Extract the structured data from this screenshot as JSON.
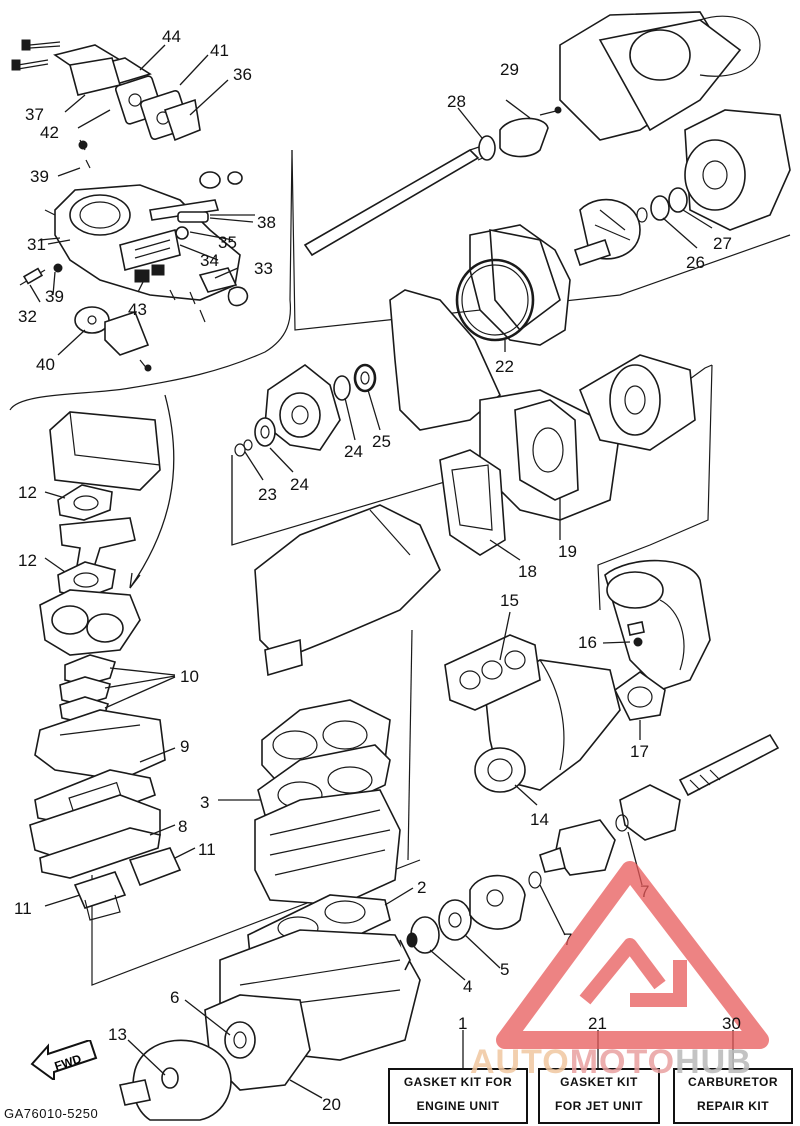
{
  "callouts": {
    "c1": "1",
    "c2": "2",
    "c3": "3",
    "c4": "4",
    "c5": "5",
    "c6": "6",
    "c7a": "7",
    "c7b": "7",
    "c8": "8",
    "c9": "9",
    "c10": "10",
    "c11a": "11",
    "c11b": "11",
    "c12a": "12",
    "c12b": "12",
    "c13": "13",
    "c14": "14",
    "c15": "15",
    "c16": "16",
    "c17": "17",
    "c18": "18",
    "c19": "19",
    "c20": "20",
    "c21": "21",
    "c22": "22",
    "c23": "23",
    "c24a": "24",
    "c24b": "24",
    "c25": "25",
    "c26": "26",
    "c27": "27",
    "c28": "28",
    "c29": "29",
    "c30": "30",
    "c31": "31",
    "c32": "32",
    "c33": "33",
    "c34": "34",
    "c35": "35",
    "c36": "36",
    "c37": "37",
    "c38": "38",
    "c39a": "39",
    "c39b": "39",
    "c40": "40",
    "c41": "41",
    "c42": "42",
    "c43": "43",
    "c44": "44"
  },
  "kits": {
    "engine": {
      "line1": "GASKET KIT FOR",
      "line2": "ENGINE UNIT"
    },
    "jet": {
      "line1": "GASKET KIT",
      "line2": "FOR JET UNIT"
    },
    "carb": {
      "line1": "CARBURETOR",
      "line2": "REPAIR KIT"
    }
  },
  "fwd_label": "FWD",
  "catalog_code": "GA76010-5250",
  "watermark": {
    "part1": "AUTO",
    "part2": "MOTO",
    "part3": "HUB"
  },
  "colors": {
    "line": "#1a1a1a",
    "watermark_red": "#e85a5a",
    "watermark_orange": "#f2c49a",
    "watermark_gray": "#c4c4c4"
  }
}
